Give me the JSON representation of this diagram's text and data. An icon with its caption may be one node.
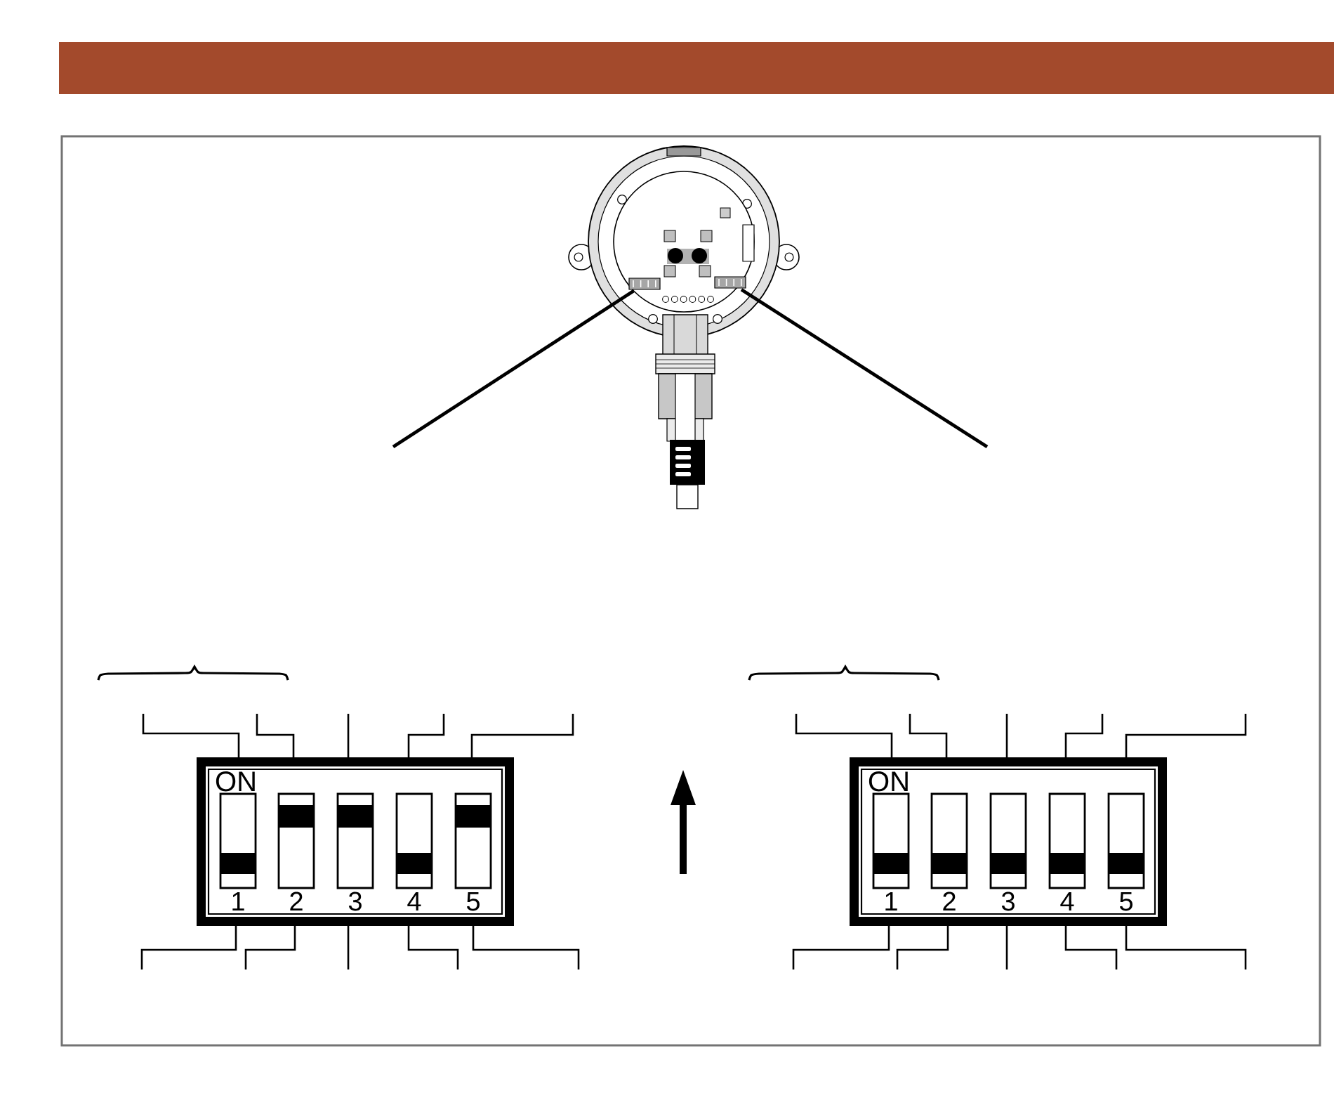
{
  "diagram": {
    "nodes": [
      {
        "text": [],
        "shape": "picture"
      },
      {
        "text": [],
        "shape": "box",
        "in": 0
      },
      {
        "text": [],
        "shape": "box",
        "in": 0
      },
      {
        "text": [
          "ON",
          "1",
          "2",
          "3",
          "4",
          "5"
        ]
      },
      {
        "text": [
          "ON",
          "1",
          "2",
          "3",
          "4",
          "5"
        ]
      }
    ],
    "edges": [
      {
        "from": null,
        "to": 1,
        "arrow": "none"
      },
      {
        "from": null,
        "to": 2,
        "arrow": "none"
      },
      {
        "from": null,
        "to": 3,
        "arrow": "none"
      },
      {
        "from": null,
        "to": 3,
        "arrow": "none"
      },
      {
        "from": null,
        "to": 3,
        "arrow": "none"
      },
      {
        "from": null,
        "to": 3,
        "arrow": "none"
      },
      {
        "from": null,
        "to": 3,
        "arrow": "none"
      },
      {
        "from": null,
        "to": 3,
        "arrow": "none"
      },
      {
        "from": null,
        "to": 3,
        "arrow": "none"
      },
      {
        "from": null,
        "to": 3,
        "arrow": "none"
      },
      {
        "from": null,
        "to": 3,
        "arrow": "none"
      },
      {
        "from": null,
        "to": 3,
        "arrow": "none"
      },
      {
        "from": null,
        "to": 4,
        "arrow": "none"
      },
      {
        "from": null,
        "to": 4,
        "arrow": "none"
      },
      {
        "from": null,
        "to": 4,
        "arrow": "none"
      },
      {
        "from": null,
        "to": 4,
        "arrow": "none"
      },
      {
        "from": null,
        "to": 4,
        "arrow": "none"
      },
      {
        "from": null,
        "to": 4,
        "arrow": "none"
      },
      {
        "from": null,
        "to": 4,
        "arrow": "none"
      },
      {
        "from": null,
        "to": 4,
        "arrow": "none"
      },
      {
        "from": null,
        "to": 4,
        "arrow": "none"
      },
      {
        "from": null,
        "to": 4,
        "arrow": "none"
      }
    ]
  }
}
